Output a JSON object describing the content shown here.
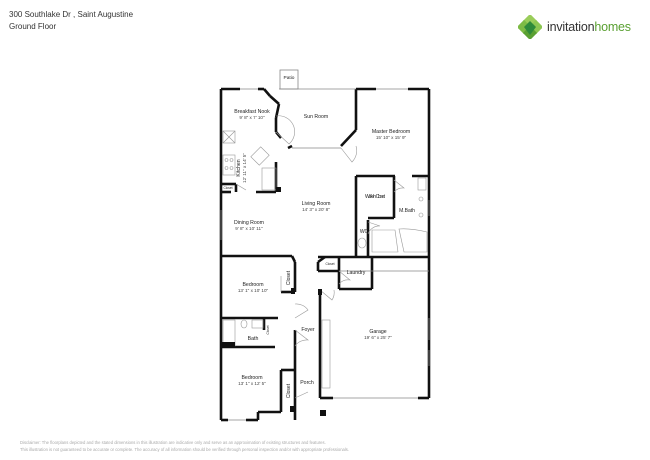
{
  "header": {
    "address": "300 Southlake Dr , Saint Augustine",
    "floor": "Ground Floor"
  },
  "brand": {
    "icon": "invitation-homes-leaf-logo",
    "name_part1": "invitation",
    "name_part2": "homes",
    "primary_color": "#5aa032",
    "secondary_color": "#2f8a3a"
  },
  "rooms": {
    "patio": {
      "name": "Patio"
    },
    "breakfast_nook": {
      "name": "Breakfast Nook",
      "dims": "9' 8\" x 7' 10\""
    },
    "sun_room": {
      "name": "Sun Room"
    },
    "master_bedroom": {
      "name": "Master Bedroom",
      "dims": "15' 10\" x 15' 9\""
    },
    "kitchen": {
      "name": "Kitchen",
      "dims": "12' 11\" x 14' 5\""
    },
    "kitchen_closet": {
      "name": "Closet"
    },
    "living_room": {
      "name": "Living Room",
      "dims": "14' 3\" x 20' 8\""
    },
    "walk_in_closet": {
      "name": "Walk-In Closet"
    },
    "master_bath": {
      "name": "M.Bath"
    },
    "wc": {
      "name": "WC"
    },
    "dining_room": {
      "name": "Dining Room",
      "dims": "9' 8\" x 10' 11\""
    },
    "bedroom_1": {
      "name": "Bedroom",
      "dims": "13' 1\" x 10' 10\""
    },
    "bedroom_1_closet": {
      "name": "Closet"
    },
    "laundry_closet": {
      "name": "Closet"
    },
    "laundry": {
      "name": "Laundry"
    },
    "bath": {
      "name": "Bath"
    },
    "linen_closet": {
      "name": "Closet"
    },
    "foyer": {
      "name": "Foyer"
    },
    "garage": {
      "name": "Garage",
      "dims": "19' 6\" x 25' 7\""
    },
    "bedroom_2": {
      "name": "Bedroom",
      "dims": "13' 1\" x 12' 5\""
    },
    "bedroom_2_closet": {
      "name": "Closet"
    },
    "porch": {
      "name": "Porch"
    }
  },
  "disclaimer": {
    "line1": "Disclaimer: The floorplans depicted and the stated dimensions in this illustration are indicative only and serve as an approximation of existing structures and features.",
    "line2": "This illustration is not guaranteed to be accurate or complete. The accuracy of all information should be verified through personal inspection and/or with appropriate professionals."
  }
}
